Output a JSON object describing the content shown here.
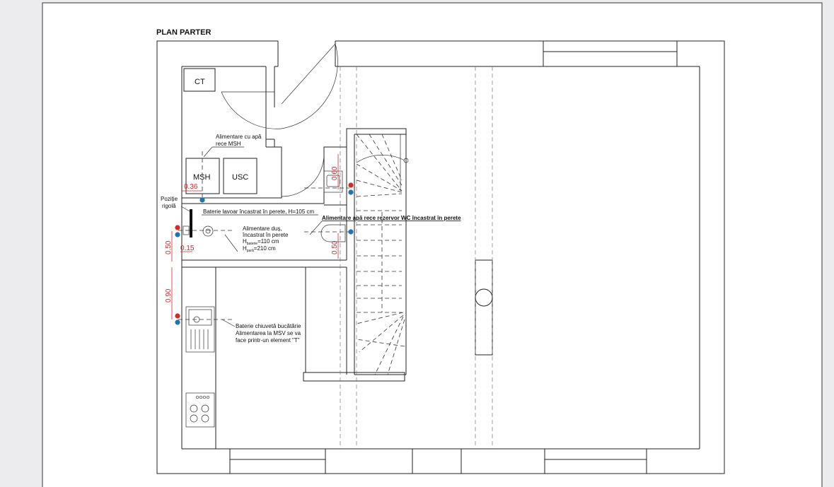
{
  "plan": {
    "title": "PLAN PARTER",
    "rooms": {
      "ct": "CT",
      "msh": "MSH",
      "usc": "USC"
    },
    "labels": {
      "pozitie": "Poziție",
      "rigola": "rigolă",
      "alim_msh_1": "Alimentare cu apă",
      "alim_msh_2": "rece MSH",
      "baterie_lavoar": "Baterie lavoar încastrat în perete, H=105 cm",
      "alim_wc": "Alimentare apă rece rezervor WC încastrat în perete",
      "alim_dus_1": "Alimentare duș,",
      "alim_dus_2": "încastrat în perete",
      "alim_dus_3": "H",
      "alim_dus_3_sub": "baterie",
      "alim_dus_3_val": "=110 cm",
      "alim_dus_4": "H",
      "alim_dus_4_sub": "pară",
      "alim_dus_4_val": "=210 cm",
      "chiuveta_1": "Baterie chiuvetă bucătărie",
      "chiuveta_2": "Alimentarea la MSV se va",
      "chiuveta_3": "face printr-un element \"T\""
    },
    "dimensions": {
      "d036": "0.36",
      "d060": "0.60",
      "d050a": "0.50",
      "d015": "0.15",
      "d050b": "0.50",
      "d090": "0.90"
    },
    "colors": {
      "hot": "#d42a2a",
      "cold": "#1f74b0",
      "dim": "#d42a2a"
    }
  }
}
